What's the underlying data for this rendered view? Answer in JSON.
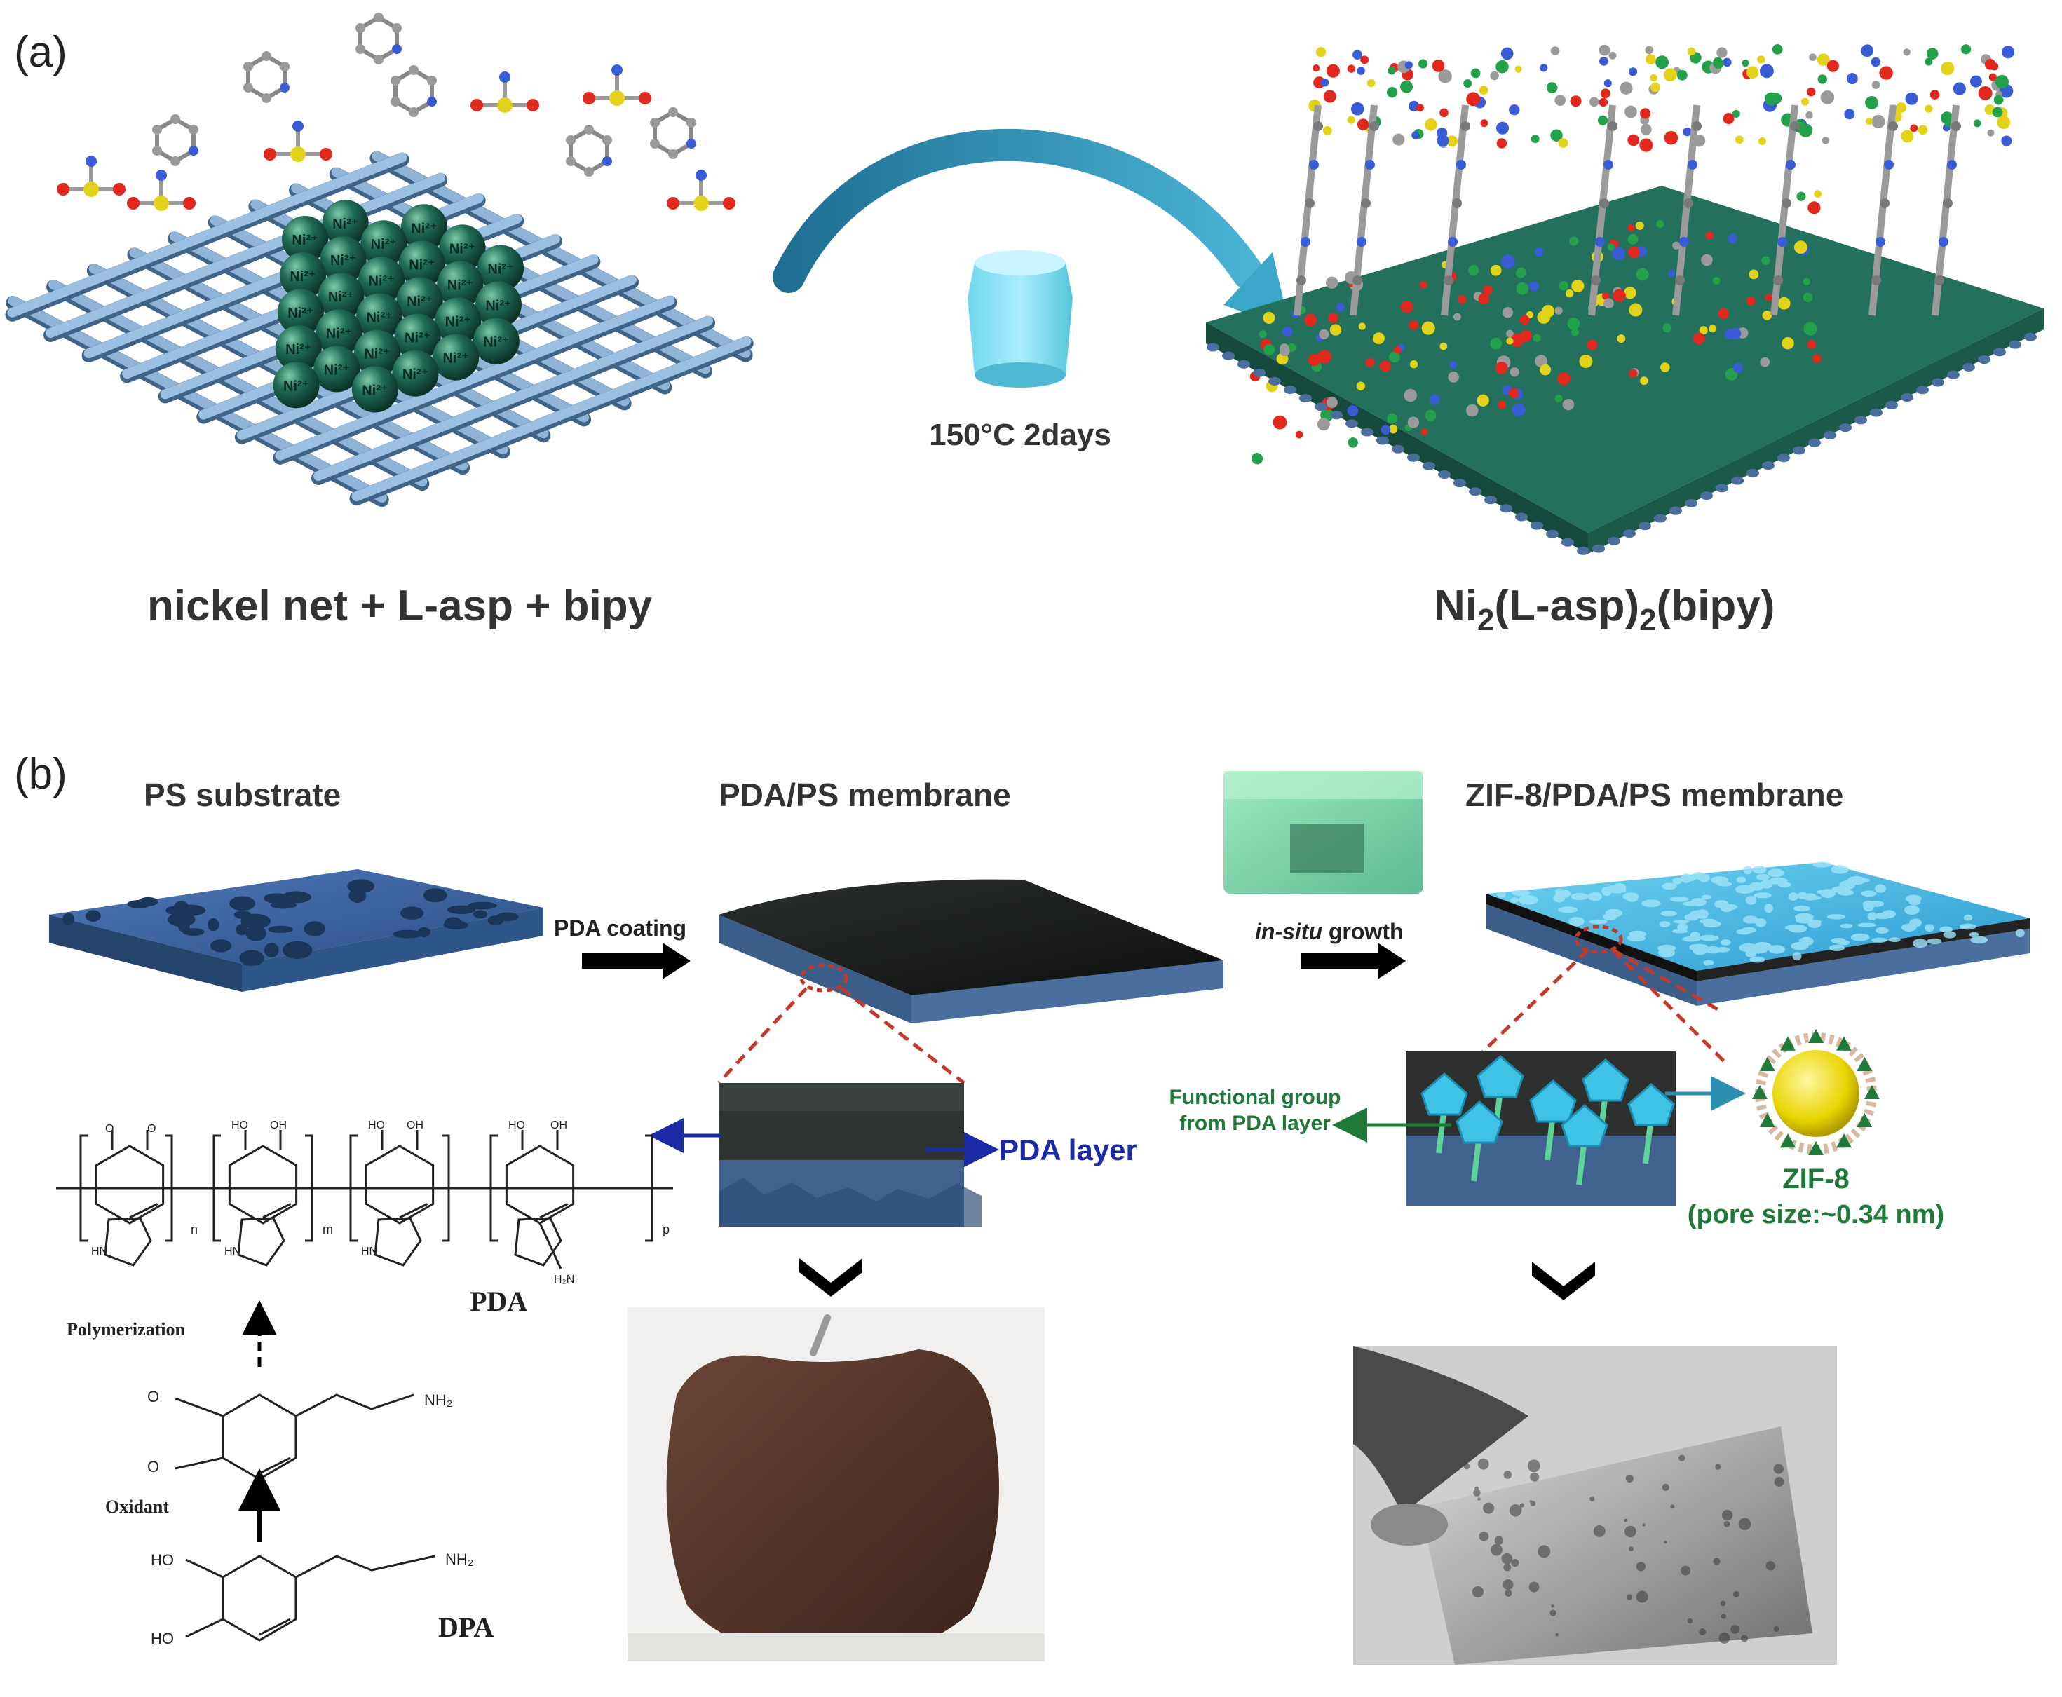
{
  "panel_a": {
    "label": "(a)",
    "left_caption": "nickel net + L-asp + bipy",
    "condition": "150°C 2days",
    "right_caption_main": "Ni",
    "right_caption_sub1": "2",
    "right_caption_mid": "(L-asp)",
    "right_caption_sub2": "2",
    "right_caption_end": "(bipy)",
    "ni_label": "Ni²⁺"
  },
  "panel_b": {
    "label": "(b)",
    "title_ps": "PS substrate",
    "title_pda_ps": "PDA/PS membrane",
    "title_zif": "ZIF-8/PDA/PS membrane",
    "step1": "PDA coating",
    "step2_italic": "in-situ",
    "step2_rest": " growth",
    "pda_layer": "PDA layer",
    "functional_group_1": "Functional group",
    "functional_group_2": "from PDA layer",
    "zif8": "ZIF-8",
    "pore_size": "(pore size:~0.34 nm)",
    "pda": "PDA",
    "dpa": "DPA",
    "polymerization": "Polymerization",
    "oxidant": "Oxidant",
    "nh2": "NH₂",
    "ho": "HO",
    "oh": "OH",
    "o": "O",
    "hn": "HN",
    "h2n": "H₂N",
    "sub_n": "n",
    "sub_m": "m",
    "sub_p": "p"
  },
  "colors": {
    "ni_sphere": "#1f6b55",
    "rod": "#7aa3c9",
    "green_plate": "#23705c",
    "arrow_teal": "#2b8fb0",
    "dark_red": "#c0392b",
    "blue_text": "#1d2aa6",
    "green_text": "#1f7a3a"
  }
}
